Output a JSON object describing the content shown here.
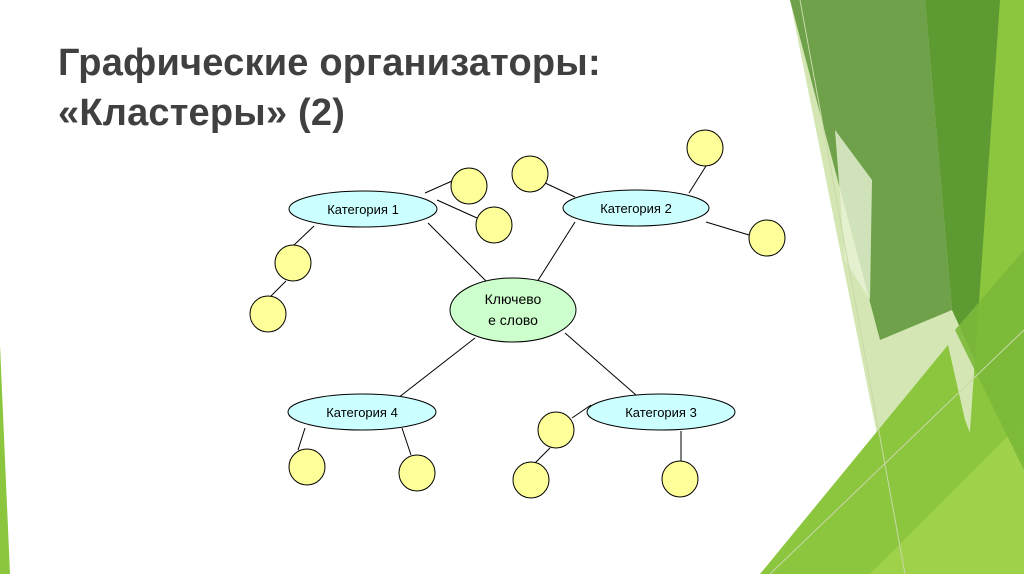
{
  "slide": {
    "title_line1": "Графические организаторы:",
    "title_line2": "«Кластеры» (2)"
  },
  "diagram": {
    "center": {
      "line1": "Ключево",
      "line2": "е слово"
    },
    "categories": [
      "Категория 1",
      "Категория 2",
      "Категория 3",
      "Категория 4"
    ]
  },
  "colors": {
    "center_fill": "#ccffcc",
    "category_fill": "#ccffff",
    "leaf_fill": "#ffff99",
    "title_text": "#404040",
    "accent_green_dark": "#5e9a32",
    "accent_green_light": "#8cc63f"
  }
}
